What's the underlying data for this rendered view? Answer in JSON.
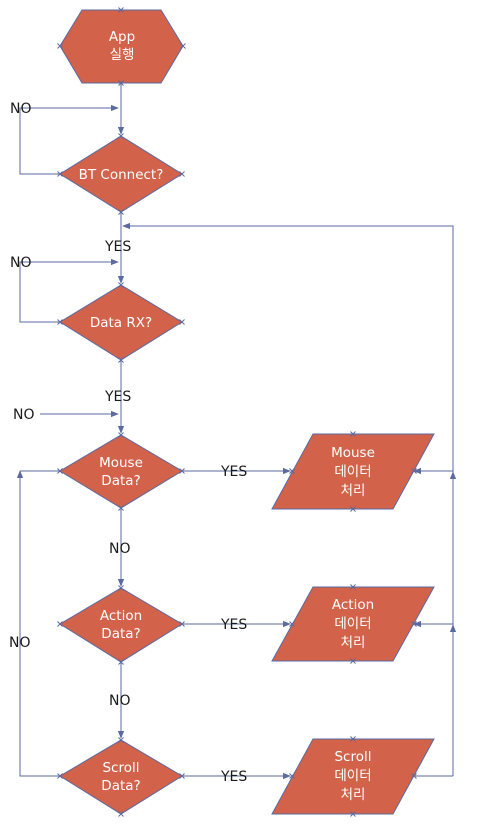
{
  "colors": {
    "shape_fill": "#d2624a",
    "connector": "#5b6aa0",
    "node_text": "#ffffff",
    "label_text": "#1a1a1a"
  },
  "nodes": {
    "start": {
      "line1": "App",
      "line2": "실행"
    },
    "bt": {
      "line1": "BT Connect?"
    },
    "rx": {
      "line1": "Data RX?"
    },
    "mouse_q": {
      "line1": "Mouse",
      "line2": "Data?"
    },
    "action_q": {
      "line1": "Action",
      "line2": "Data?"
    },
    "scroll_q": {
      "line1": "Scroll",
      "line2": "Data?"
    },
    "mouse_p": {
      "line1": "Mouse",
      "line2": "데이터",
      "line3": "처리"
    },
    "action_p": {
      "line1": "Action",
      "line2": "데이터",
      "line3": "처리"
    },
    "scroll_p": {
      "line1": "Scroll",
      "line2": "데이터",
      "line3": "처리"
    }
  },
  "edge_labels": {
    "bt_no": "NO",
    "bt_yes": "YES",
    "rx_no": "NO",
    "rx_yes": "YES",
    "mouse_top_no": "NO",
    "mouse_yes": "YES",
    "mouse_no": "NO",
    "action_yes": "YES",
    "action_no": "NO",
    "scroll_no": "NO",
    "scroll_yes": "YES"
  }
}
